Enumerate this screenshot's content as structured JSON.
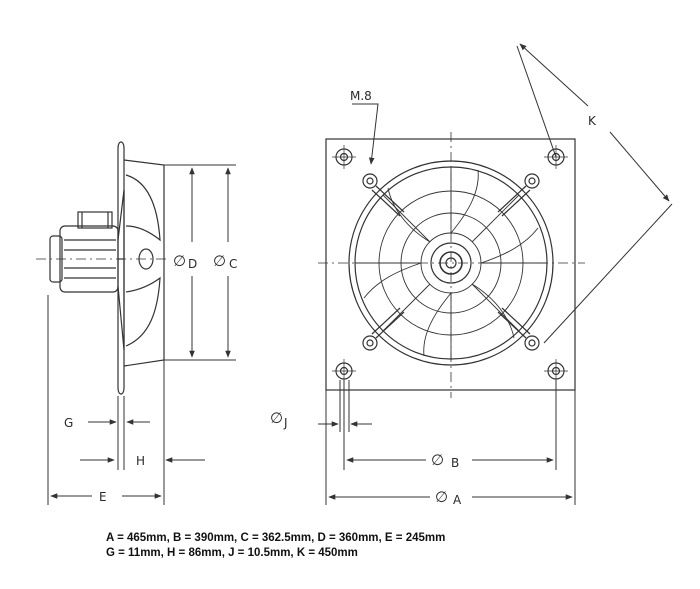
{
  "labels": {
    "k": "K",
    "m8": "M.8",
    "d_diam": "∅",
    "d": "D",
    "c_diam": "∅",
    "c": "C",
    "g": "G",
    "h": "H",
    "e": "E",
    "j_diam": "∅",
    "j": "J",
    "b_diam": "∅",
    "b": "B",
    "a_diam": "∅",
    "a": "A"
  },
  "captions": {
    "line1": "A = 465mm, B = 390mm, C = 362.5mm, D = 360mm, E = 245mm",
    "line2": "G = 11mm, H = 86mm, J = 10.5mm, K = 450mm"
  }
}
